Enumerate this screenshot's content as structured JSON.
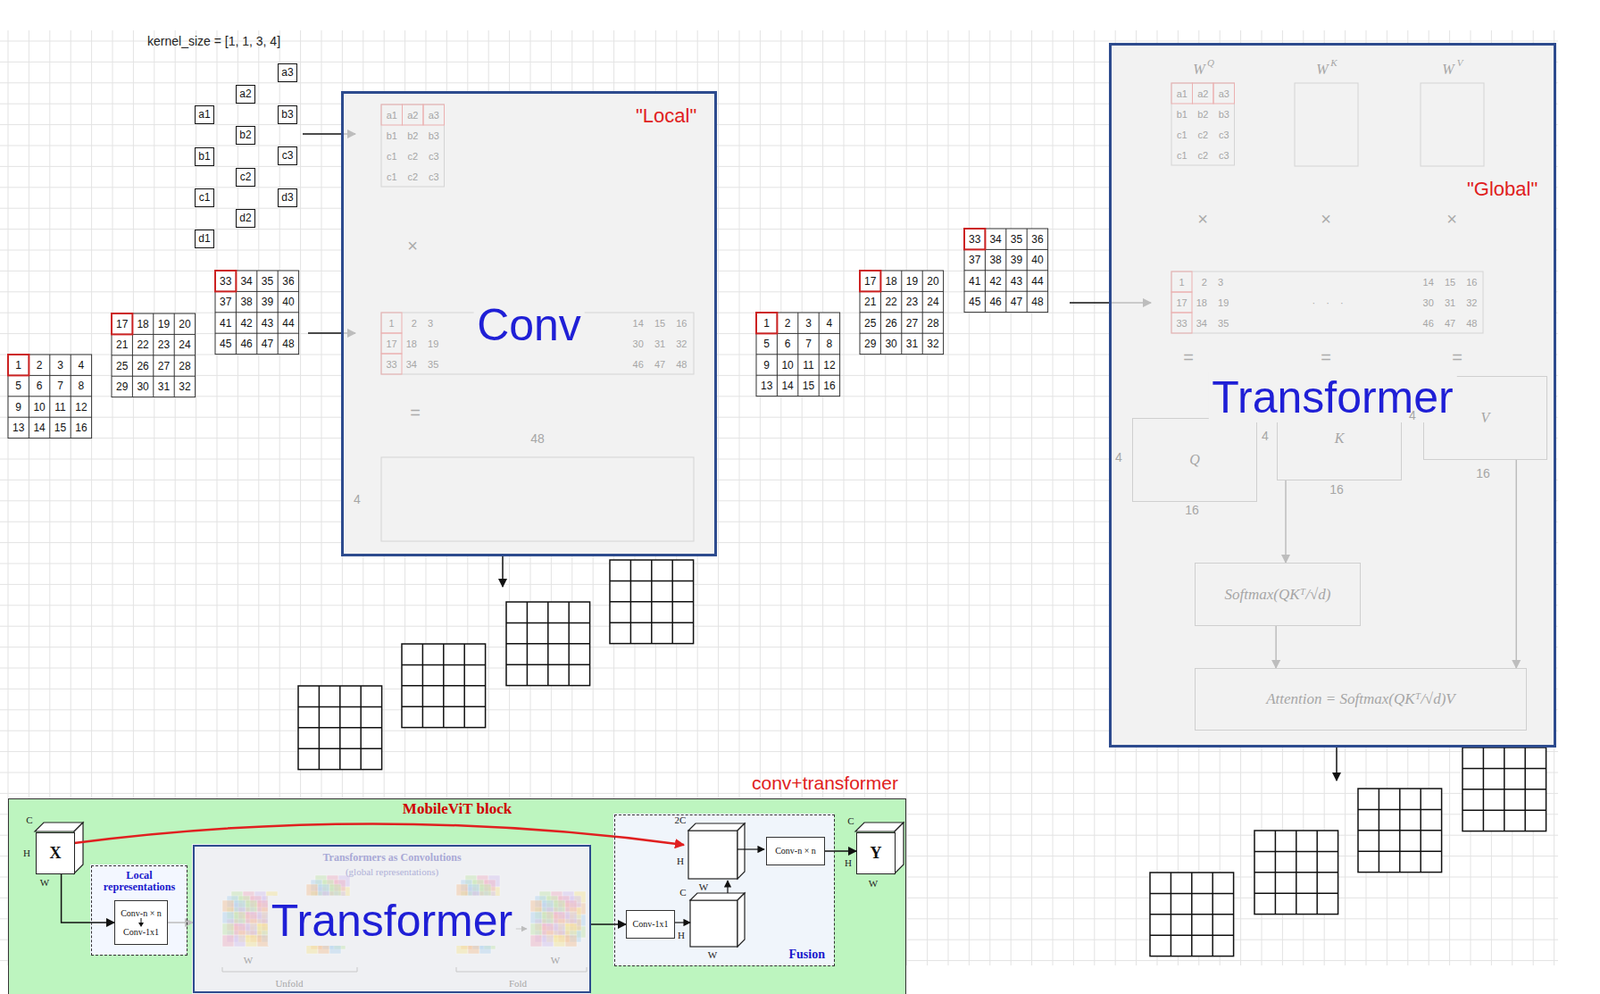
{
  "diagram": {
    "nodes": [
      {
        "text": [
          "\"Local\"",
          "Conv"
        ]
      },
      {
        "text": [
          "\"Global\"",
          "Transformer"
        ]
      },
      {
        "text": [
          "Q"
        ],
        "in": 1
      },
      {
        "text": [
          "K"
        ],
        "in": 1
      },
      {
        "text": [
          "V"
        ],
        "in": 1
      },
      {
        "text": [
          "Softmax(QKᵀ/√d)"
        ],
        "in": 1
      },
      {
        "text": [
          "Attention = Softmax(QKᵀ/√d)V"
        ],
        "in": 1
      },
      {
        "text": [
          "conv+transformer",
          "MobileViT block"
        ]
      },
      {
        "text": [
          "X"
        ],
        "in": 7
      },
      {
        "text": [
          "Local representations"
        ],
        "in": 7
      },
      {
        "text": [
          "Conv-n × n",
          "Conv-1x1"
        ],
        "in": 9
      },
      {
        "text": [
          "Transformers as Convolutions",
          "(global representations)",
          "Transformer"
        ],
        "in": 7
      },
      {
        "text": [
          "Fusion"
        ],
        "in": 7
      },
      {
        "text": [
          "Conv-1x1"
        ],
        "in": 12
      },
      {
        "text": [
          "Conv-n × n"
        ],
        "in": 12
      },
      {
        "text": [
          "Y"
        ],
        "in": 7
      }
    ],
    "edges": [
      {
        "from": 8,
        "to": 10,
        "arrow": "to"
      },
      {
        "from": 10,
        "to": 11,
        "arrow": "to"
      },
      {
        "from": 11,
        "to": 13,
        "arrow": "to"
      },
      {
        "from": 14,
        "to": 15,
        "arrow": "to"
      },
      {
        "from": 3,
        "to": 5,
        "arrow": "to"
      },
      {
        "from": 5,
        "to": 6,
        "arrow": "to"
      },
      {
        "from": 4,
        "to": 6,
        "arrow": "to"
      }
    ],
    "labels": [
      "kernel_size = [1, 1, 3, 4]",
      "a1",
      "b1",
      "c1",
      "d1",
      "a2",
      "b2",
      "c2",
      "d2",
      "a3",
      "b3",
      "c3",
      "d3",
      "1",
      "2",
      "3",
      "4",
      "5",
      "6",
      "7",
      "8",
      "9",
      "10",
      "11",
      "12",
      "13",
      "14",
      "15",
      "16",
      "17",
      "18",
      "19",
      "20",
      "21",
      "22",
      "23",
      "24",
      "25",
      "26",
      "27",
      "28",
      "29",
      "30",
      "31",
      "32",
      "33",
      "34",
      "35",
      "36",
      "37",
      "38",
      "39",
      "40",
      "41",
      "42",
      "43",
      "44",
      "45",
      "46",
      "47",
      "48",
      "a1",
      "a2",
      "a3",
      "b1",
      "b2",
      "b3",
      "c1",
      "c2",
      "c3",
      "c1",
      "c2",
      "c3",
      "×",
      "1",
      "2 3",
      "14 15 16",
      "17",
      "18 19",
      "30 31 32",
      "33",
      "34 35",
      "46 47 48",
      "=",
      "48",
      "4",
      "1",
      "2",
      "3",
      "4",
      "5",
      "6",
      "7",
      "8",
      "9",
      "10",
      "11",
      "12",
      "13",
      "14",
      "15",
      "16",
      "17",
      "18",
      "19",
      "20",
      "21",
      "22",
      "23",
      "24",
      "25",
      "26",
      "27",
      "28",
      "29",
      "30",
      "31",
      "32",
      "33",
      "34",
      "35",
      "36",
      "37",
      "38",
      "39",
      "40",
      "41",
      "42",
      "43",
      "44",
      "45",
      "46",
      "47",
      "48",
      "W",
      "Q",
      "W",
      "K",
      "W",
      "V",
      "a1",
      "a2",
      "a3",
      "b1",
      "b2",
      "b3",
      "c1",
      "c2",
      "c3",
      "c1",
      "c2",
      "c3",
      "×",
      "×",
      "×",
      "1",
      "2 3",
      "14 15 16",
      "17",
      "18 19",
      "30 31 32",
      "33",
      "34 35",
      "46 47 48",
      "· · ·",
      "=",
      "=",
      "=",
      "4",
      "16",
      "4",
      "16",
      "4",
      "16",
      "C",
      "H",
      "W",
      "2C",
      "H",
      "W",
      "C",
      "H",
      "W",
      "C",
      "H",
      "W",
      "Unfold",
      "Fold",
      "W",
      "W"
    ]
  }
}
